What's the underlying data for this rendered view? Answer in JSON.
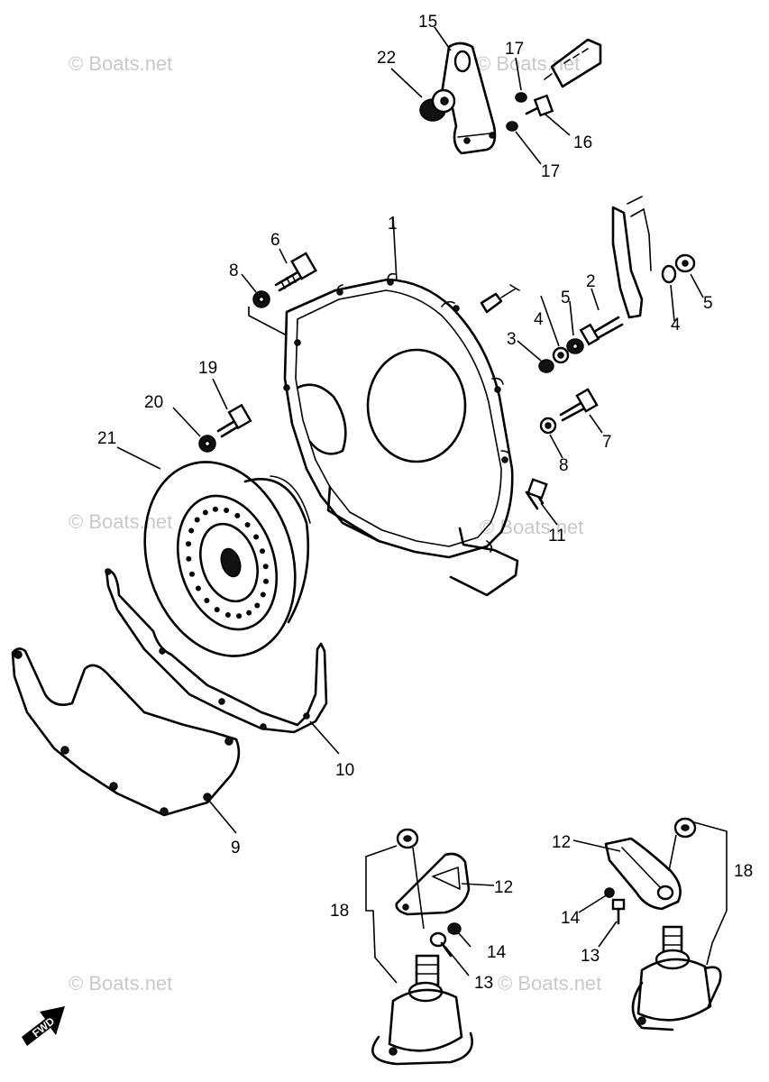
{
  "watermark": "© Boats.net",
  "fwd_label": "FWD",
  "callouts": {
    "c1": "1",
    "c2": "2",
    "c3": "3",
    "c4a": "4",
    "c4b": "4",
    "c5a": "5",
    "c5b": "5",
    "c6": "6",
    "c7": "7",
    "c8a": "8",
    "c8b": "8",
    "c9": "9",
    "c10": "10",
    "c11": "11",
    "c12a": "12",
    "c12b": "12",
    "c13a": "13",
    "c13b": "13",
    "c14a": "14",
    "c14b": "14",
    "c15": "15",
    "c16": "16",
    "c17a": "17",
    "c17b": "17",
    "c18a": "18",
    "c18b": "18",
    "c19": "19",
    "c20": "20",
    "c21": "21",
    "c22": "22"
  }
}
